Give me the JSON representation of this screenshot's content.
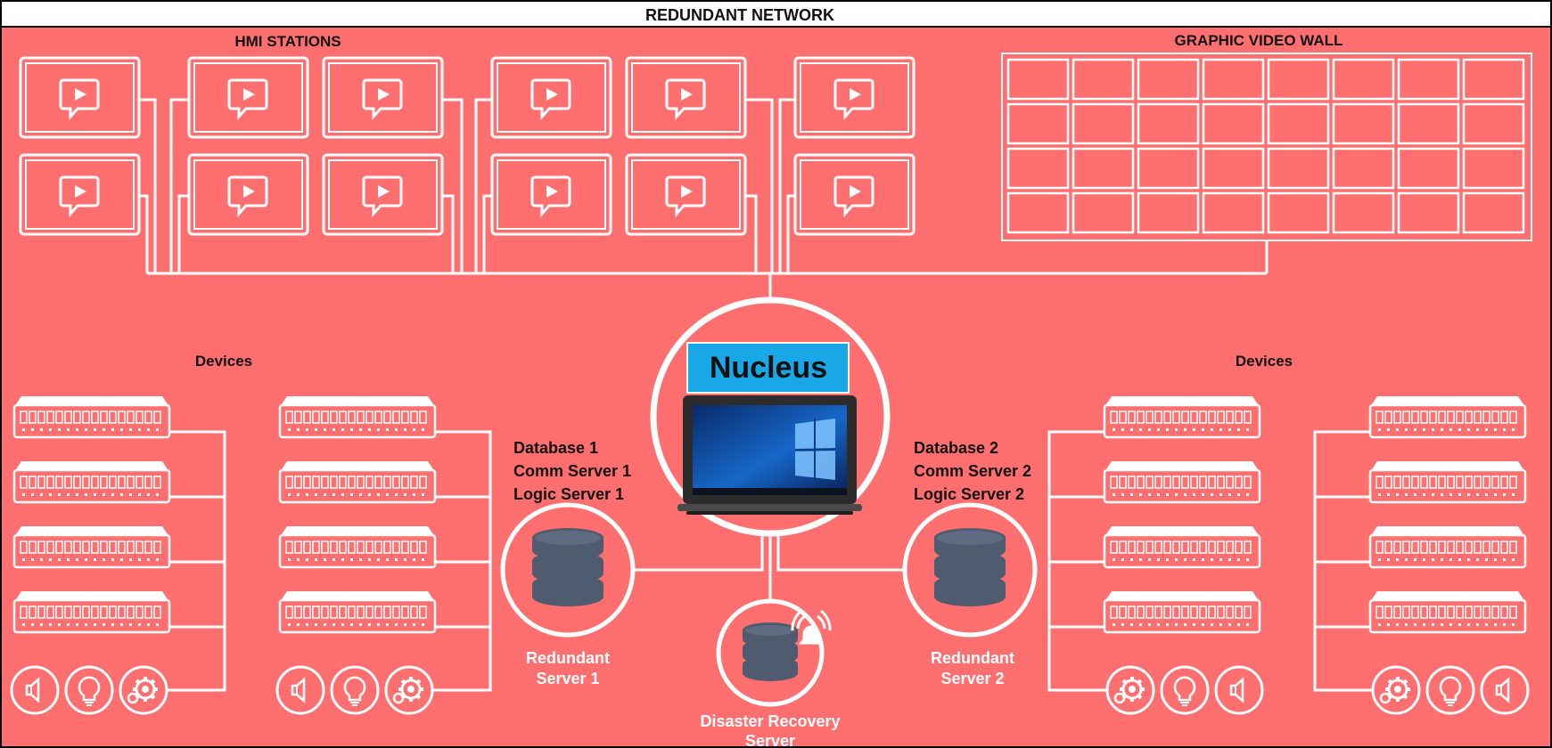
{
  "title": "REDUNDANT NETWORK",
  "sections": {
    "hmi_label": "HMI STATIONS",
    "video_wall_label": "GRAPHIC VIDEO WALL",
    "devices_left_label": "Devices",
    "devices_right_label": "Devices"
  },
  "nucleus": {
    "brand": "Nucleus",
    "brand_color": "#18a8e8"
  },
  "server1": {
    "roles": [
      "Database 1",
      "Comm Server 1",
      "Logic Server 1"
    ],
    "caption_line1": "Redundant",
    "caption_line2": "Server 1"
  },
  "server2": {
    "roles": [
      "Database 2",
      "Comm Server 2",
      "Logic Server 2"
    ],
    "caption_line1": "Redundant",
    "caption_line2": "Server 2"
  },
  "disaster_recovery": {
    "caption_line1": "Disaster Recovery",
    "caption_line2": "Server"
  },
  "colors": {
    "background": "#ff6f6f",
    "line": "#ffffff",
    "database": "#4f5b6f",
    "title_bar": "#ffffff"
  },
  "icons": {
    "hmi": "play-chat-icon",
    "device": "network-switch-icon",
    "speaker": "speaker-icon",
    "bulb": "lightbulb-icon",
    "gear": "gear-icon",
    "database": "database-icon",
    "alarm": "alarm-icon",
    "laptop": "laptop-icon"
  }
}
